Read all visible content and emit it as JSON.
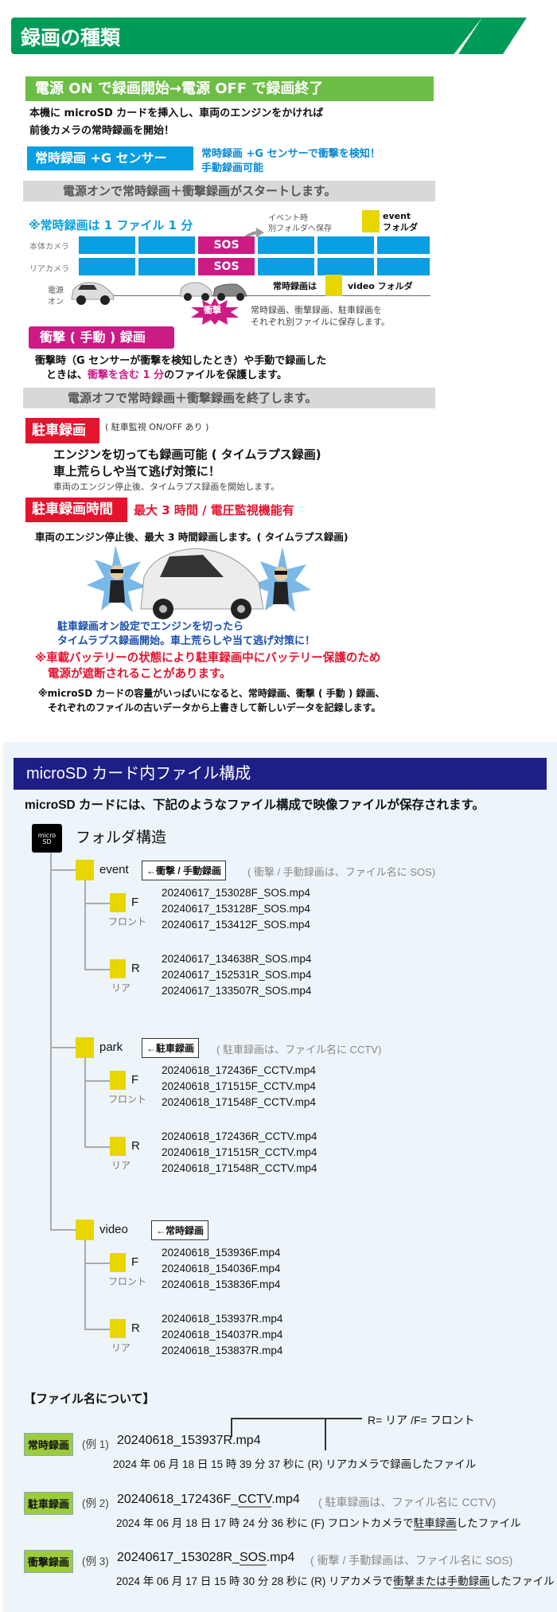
{
  "section1": {
    "title": "録画の種類",
    "power_bar": "電源 ON で録画開始→電源 OFF で録画終了",
    "intro": [
      "本機に microSD カードを挿入し、車両のエンジンをかければ",
      "前後カメラの常時録画を開始！"
    ],
    "gsensor_label": "常時録画 +G センサー",
    "gsensor_desc": [
      "常時録画 +G センサーで衝撃を検知！",
      "手動録画可能"
    ],
    "start_band": "電源オンで常時録画＋衝撃録画がスタートします。",
    "diagram": {
      "one_file": "※常時録画は 1 ファイル 1 分",
      "event_note": [
        "イベント時",
        "別フォルダへ保存"
      ],
      "event_folder": [
        "event",
        "フォルダ"
      ],
      "row_front": "本体カメラ",
      "row_rear": "リアカメラ",
      "sos": "SOS",
      "power_on": [
        "電源",
        "オン"
      ],
      "impact": "衝撃",
      "video_prefix": "常時録画は",
      "video_folder": "video フォルダ",
      "separate_note": [
        "常時録画、衝撃録画、駐車録画を",
        "それぞれ別ファイルに保存します。"
      ]
    },
    "impact_label": "衝撃 ( 手動 ) 録画",
    "impact_desc1": "衝撃時（G センサーが衝撃を検知したとき）や手動で録画した",
    "impact_desc2a": "ときは、",
    "impact_desc2b": "衝撃を含む 1 分",
    "impact_desc2c": "のファイルを保護します。",
    "end_band": "電源オフで常時録画＋衝撃録画を終了します。",
    "parking_label": "駐車録画",
    "parking_note": "( 駐車監視 ON/OFF あり )",
    "parking_lines": [
      "エンジンを切っても録画可能 ( タイムラプス録画)",
      "車上荒らしや当て逃げ対策に！"
    ],
    "parking_small": "車両のエンジン停止後、タイムラプス録画を開始します。",
    "parking_time_label": "駐車録画時間",
    "parking_time_value": "最大 3 時間 / 電圧監視機能有",
    "parking_time_desc": "車両のエンジン停止後、最大 3 時間録画します。( タイムラプス録画)",
    "illus_caption": [
      "駐車録画オン設定でエンジンを切ったら",
      "タイムラプス録画開始。車上荒らしや当て逃げ対策に！"
    ],
    "battery_warn": [
      "※車載バッテリーの状態により駐車録画中にバッテリー保護のため",
      "電源が遮断されることがあります。"
    ],
    "overwrite_note": [
      "※microSD カードの容量がいっぱいになると、常時録画、衝撃 ( 手動 ) 録画、",
      "それぞれのファイルの古いデータから上書きして新しいデータを記録します。"
    ]
  },
  "section2": {
    "title": "microSD カード内ファイル構成",
    "subtitle": "microSD カードには、下記のようなファイル構成で映像ファイルが保存されます。",
    "icon_text": "micro SD",
    "tree_title": "フォルダ構造",
    "folders": [
      {
        "name": "event",
        "tag": "←衝撃 / 手動録画",
        "note": "( 衝撃 / 手動録画は、ファイル名に SOS)",
        "front": [
          "20240617_153028F_SOS.mp4",
          "20240617_153128F_SOS.mp4",
          "20240617_153412F_SOS.mp4"
        ],
        "rear": [
          "20240617_134638R_SOS.mp4",
          "20240617_152531R_SOS.mp4",
          "20240617_133507R_SOS.mp4"
        ]
      },
      {
        "name": "park",
        "tag": "←駐車録画",
        "note": "( 駐車録画は、ファイル名に CCTV)",
        "front": [
          "20240618_172436F_CCTV.mp4",
          "20240618_171515F_CCTV.mp4",
          "20240618_171548F_CCTV.mp4"
        ],
        "rear": [
          "20240618_172436R_CCTV.mp4",
          "20240618_171515R_CCTV.mp4",
          "20240618_171548R_CCTV.mp4"
        ]
      },
      {
        "name": "video",
        "tag": "←常時録画",
        "note": "",
        "front": [
          "20240618_153936F.mp4",
          "20240618_154036F.mp4",
          "20240618_153836F.mp4"
        ],
        "rear": [
          "20240618_153937R.mp4",
          "20240618_154037R.mp4",
          "20240618_153837R.mp4"
        ]
      }
    ],
    "f_label": "F",
    "f_sub": "フロント",
    "r_label": "R",
    "r_sub": "リア",
    "naming": {
      "title": "【ファイル名について】",
      "legend": "R= リア /F= フロント",
      "examples": [
        {
          "badge": "常時録画",
          "num": "(例 1)",
          "file_a": "20240618_153937R",
          "file_u": "",
          "file_b": ".mp4",
          "note": "",
          "desc_a": "2024 年 06 月 18 日 15 時 39 分 37 秒に (R) リアカメラで録画したファイル",
          "desc_u": "",
          "desc_b": ""
        },
        {
          "badge": "駐車録画",
          "num": "(例 2)",
          "file_a": "20240618_172436F_",
          "file_u": "CCTV",
          "file_b": ".mp4",
          "note": "( 駐車録画は、ファイル名に CCTV)",
          "desc_a": "2024 年 06 月 18 日 17 時 24 分 36 秒に (F) フロントカメラで",
          "desc_u": "駐車録画",
          "desc_b": "したファイル"
        },
        {
          "badge": "衝撃録画",
          "num": "(例 3)",
          "file_a": "20240617_153028R_",
          "file_u": "SOS",
          "file_b": ".mp4",
          "note": "( 衝撃 / 手動録画は、ファイル名に SOS)",
          "desc_a": "2024 年 06 月 17 日 15 時 30 分 28 秒に (R) リアカメラで",
          "desc_u": "衝撃または手動録画",
          "desc_b": "したファイル"
        }
      ]
    }
  },
  "colors": {
    "green": "#009b58",
    "lightgreen": "#6cbd45",
    "blue": "#0a9ee3",
    "magenta": "#cd1b86",
    "red": "#e5132e",
    "navy": "#1e1e87",
    "yellow": "#e8d600"
  }
}
